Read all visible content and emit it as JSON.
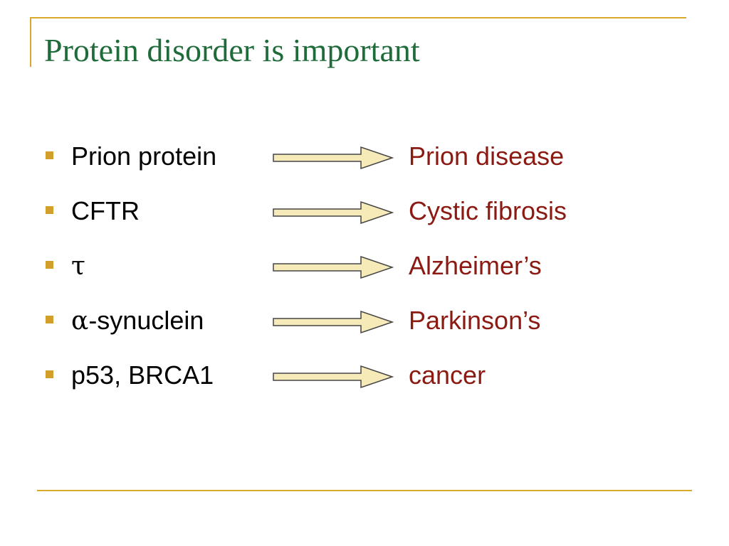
{
  "slide": {
    "title": "Protein disorder is important",
    "accent_color": "#d8a92a",
    "title_color": "#1f6b3a",
    "disease_color": "#8b1a12"
  },
  "rows": [
    {
      "prefix": "",
      "term": "Prion protein",
      "disease": "Prion disease"
    },
    {
      "prefix": "",
      "term": "CFTR",
      "disease": "Cystic fibrosis"
    },
    {
      "prefix": "τ",
      "term": "",
      "disease": "Alzheimer’s"
    },
    {
      "prefix": "α",
      "term": "-synuclein",
      "disease": "Parkinson’s"
    },
    {
      "prefix": "",
      "term": "p53, BRCA1",
      "disease": "cancer"
    }
  ]
}
